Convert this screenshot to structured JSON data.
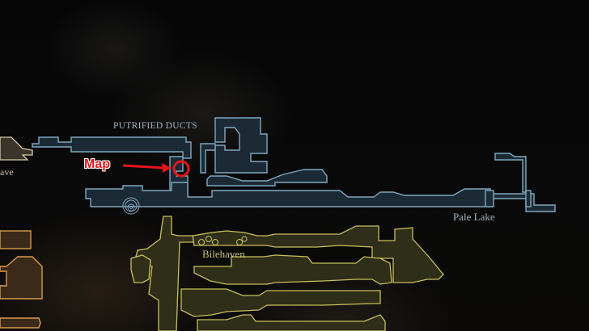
{
  "areas": [
    {
      "name": "PUTRIFIED DUCTS",
      "color": "#6f8fa4"
    },
    {
      "name": "Pale Lake",
      "color": "#6f8fa4"
    },
    {
      "name": "Bilehaven",
      "color": "#b8b050"
    },
    {
      "name": "ave",
      "color": "#d8c9a8"
    }
  ],
  "labels": {
    "putrified_ducts": "PUTRIFIED DUCTS",
    "pale_lake": "Pale Lake",
    "bilehaven": "Bilehaven",
    "cave_partial": "ave"
  },
  "annotation": {
    "text": "Map",
    "color": "#e8141c",
    "target": "map-marker-circle"
  },
  "icons": {
    "bench": "spiral-bench-icon",
    "shell_clusters": "shell-cluster-icon"
  },
  "colors": {
    "ducts_stroke": "#7fa7c0",
    "ducts_fill": "#1c2a35",
    "bile_stroke": "#c8c05a",
    "bile_fill": "#3a3a1c",
    "left_stroke": "#d79a4a",
    "left_fill": "#3b2a1a",
    "annotation": "#e8141c"
  }
}
